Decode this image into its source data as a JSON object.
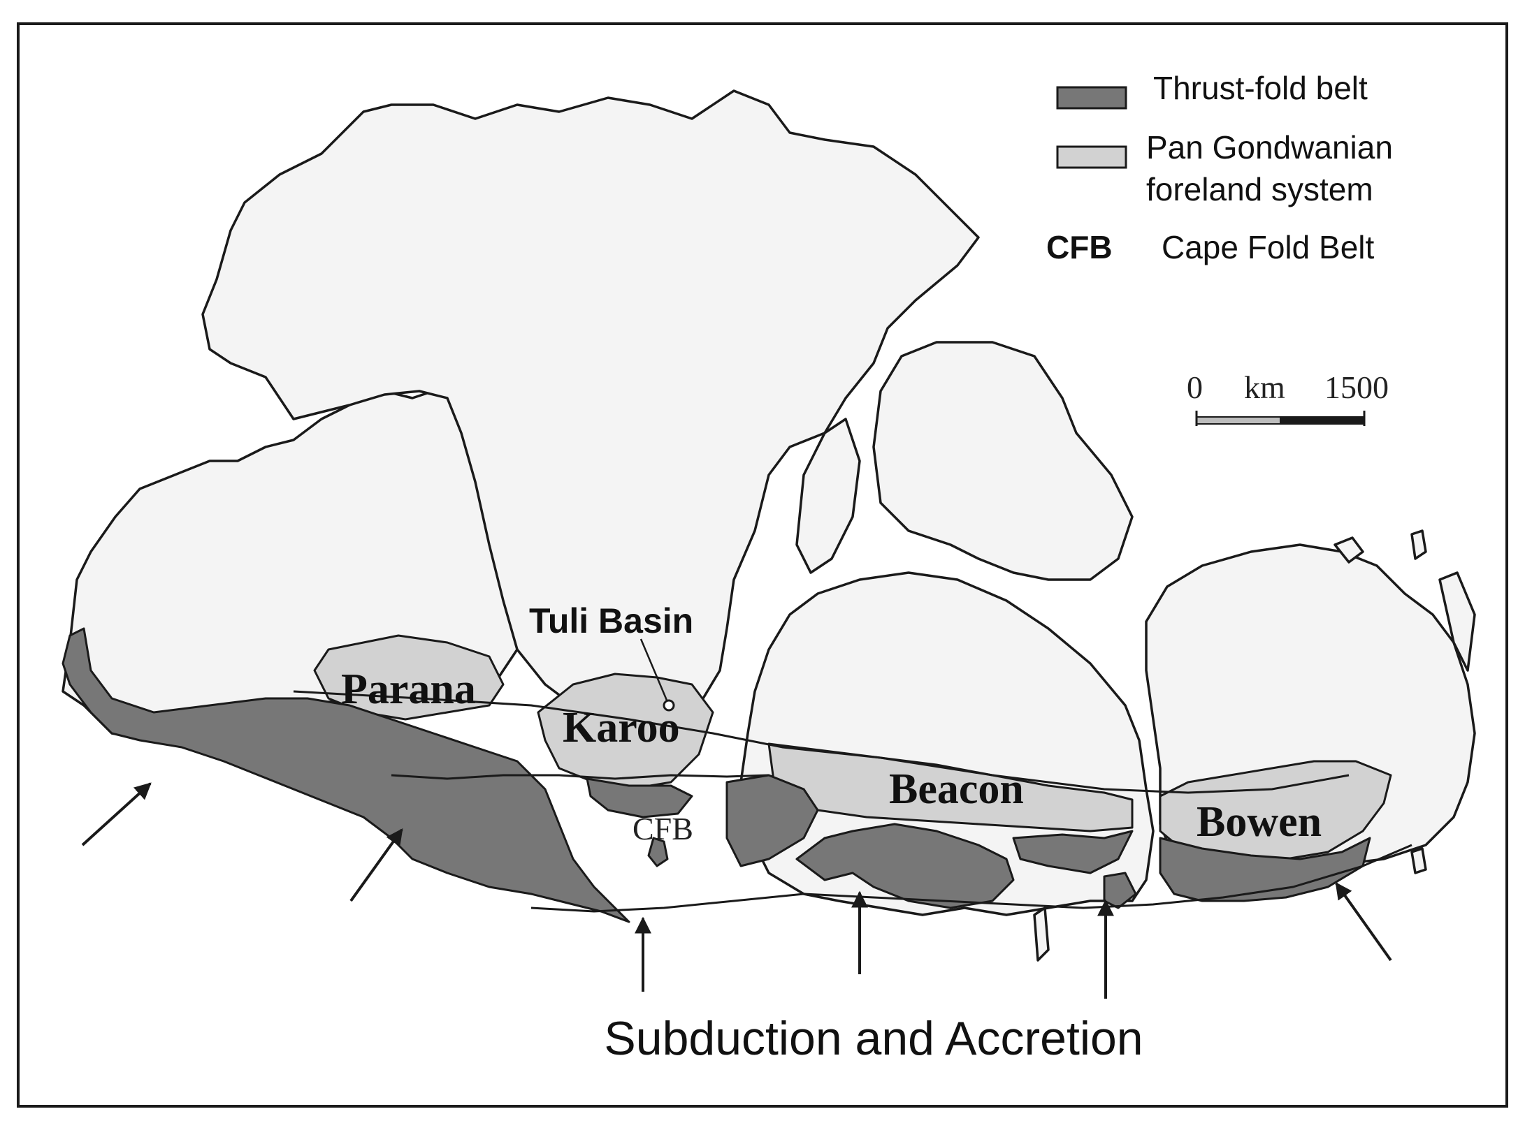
{
  "legend": {
    "items": [
      {
        "label_lines": [
          "Thrust-fold belt"
        ],
        "color": "#777777"
      },
      {
        "label_lines": [
          "Pan Gondwanian",
          "foreland system"
        ],
        "color": "#d2d2d2"
      }
    ],
    "abbrev": {
      "key": "CFB",
      "label": "Cape Fold Belt"
    }
  },
  "scale_bar": {
    "start": "0",
    "unit": "km",
    "end": "1500"
  },
  "labels": {
    "parana": "Parana",
    "karoo": "Karoo",
    "beacon": "Beacon",
    "bowen": "Bowen",
    "cfb": "CFB",
    "tuli_basin": "Tuli Basin"
  },
  "caption": "Subduction and Accretion",
  "colors": {
    "thrust_fold_belt": "#777777",
    "foreland_system": "#d2d2d2",
    "land": "#f4f4f4",
    "outline": "#1a1a1a"
  }
}
